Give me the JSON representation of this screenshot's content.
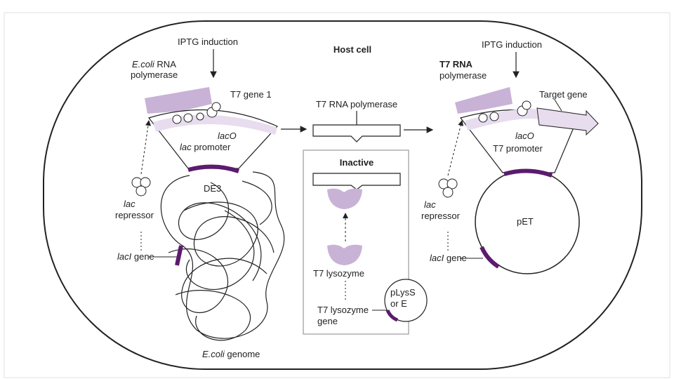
{
  "colors": {
    "outline": "#222222",
    "light_purple": "#c8b2d6",
    "pale_purple": "#e8dcef",
    "dark_purple": "#5b1b6e",
    "panel_border": "#9a9a9a"
  },
  "host_cell_label": "Host cell",
  "left": {
    "iptg_label": "IPTG induction",
    "rna_pol_label_italic": "E.coli",
    "rna_pol_label_line1_rest": "RNA",
    "rna_pol_label_line2": "polymerase",
    "t7_gene1_label": "T7 gene 1",
    "laco_label": "lacO",
    "promoter_label_italic": "lac",
    "promoter_label_rest": "promoter",
    "de3_label": "DE3",
    "repressor_label_italic": "lac",
    "repressor_label_line2": "repressor",
    "laci_label_italic": "lacI",
    "laci_label_rest": "gene",
    "genome_label_italic": "E.coli",
    "genome_label_rest": "genome"
  },
  "center": {
    "t7_pol_label": "T7 RNA polymerase",
    "inactive_label": "Inactive",
    "lysozyme_label": "T7 lysozyme",
    "lysozyme_gene_line1": "T7 lysozyme",
    "lysozyme_gene_line2": "gene",
    "plys_line1": "pLysS",
    "plys_line2": "or E"
  },
  "right": {
    "iptg_label": "IPTG induction",
    "t7_pol_line1": "T7 RNA",
    "t7_pol_line2": "polymerase",
    "target_gene_label": "Target gene",
    "laco_label": "lacO",
    "promoter_label": "T7 promoter",
    "pet_label": "pET",
    "repressor_label_italic": "lac",
    "repressor_label_line2": "repressor",
    "laci_label_italic": "lacI",
    "laci_label_rest": "gene"
  }
}
